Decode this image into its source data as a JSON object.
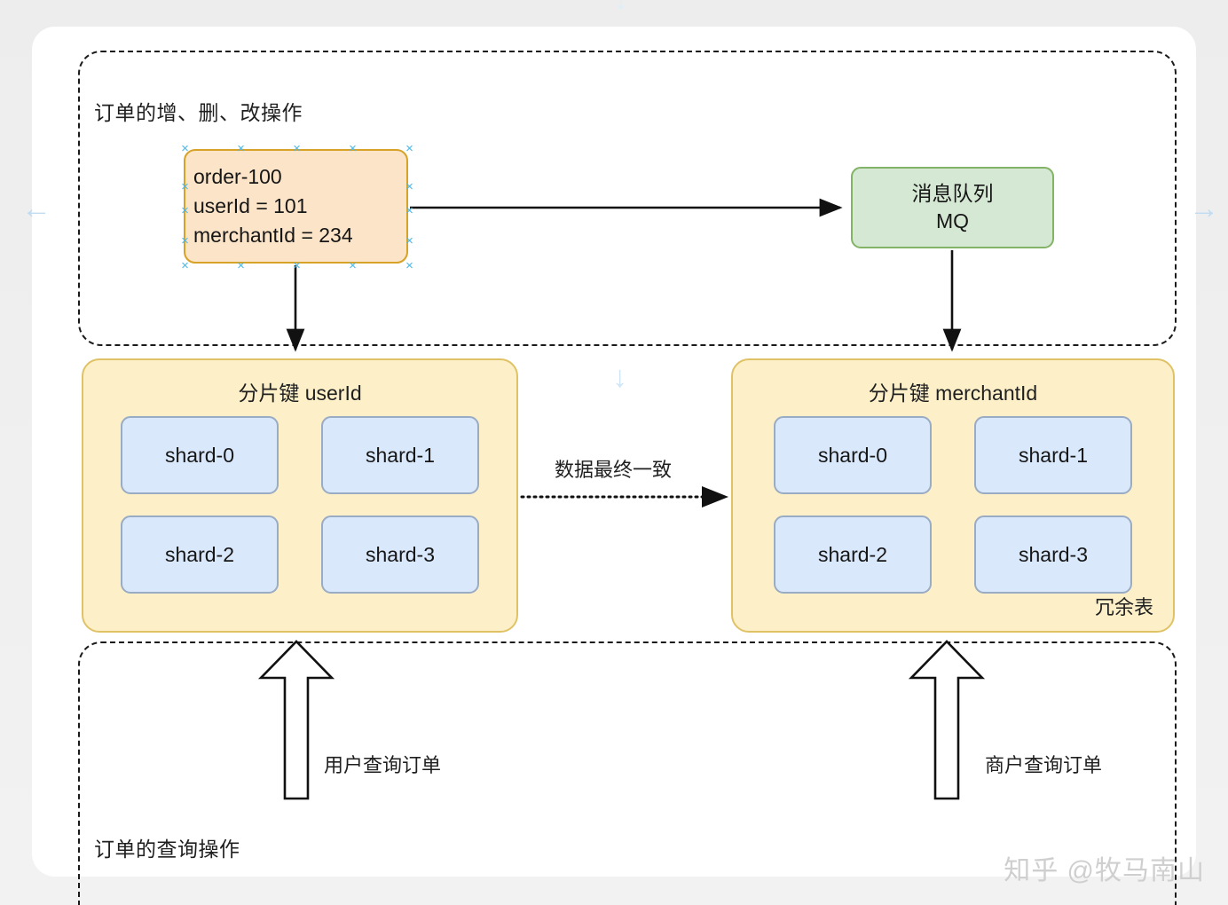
{
  "diagram": {
    "title_groups": {
      "write": "订单的增、删、改操作",
      "read": "订单的查询操作"
    },
    "order_node": {
      "line1": "order-100",
      "line2": "userId = 101",
      "line3": "merchantId = 234",
      "fill": "#fce4c8",
      "stroke": "#d6a227",
      "selected": true,
      "handle_glyph": "×",
      "handle_color": "#4cb8e8"
    },
    "mq_node": {
      "line1": "消息队列",
      "line2": "MQ",
      "fill": "#d5e8d4",
      "stroke": "#82b366"
    },
    "containers": [
      {
        "id": "user",
        "title": "分片键 userId",
        "note": "",
        "fill": "#fdf0c9",
        "stroke": "#e0c266",
        "shards": [
          "shard-0",
          "shard-1",
          "shard-2",
          "shard-3"
        ]
      },
      {
        "id": "merchant",
        "title": "分片键 merchantId",
        "note": "冗余表",
        "fill": "#fdf0c9",
        "stroke": "#e0c266",
        "shards": [
          "shard-0",
          "shard-1",
          "shard-2",
          "shard-3"
        ]
      }
    ],
    "shard_style": {
      "fill": "#dae8fc",
      "stroke": "#9aabc4"
    },
    "edges": [
      {
        "id": "order-to-mq",
        "label": "",
        "style": "solid"
      },
      {
        "id": "order-to-user-shard",
        "label": "",
        "style": "solid"
      },
      {
        "id": "mq-to-merchant-shard",
        "label": "",
        "style": "solid"
      },
      {
        "id": "user-to-merchant-sync",
        "label": "数据最终一致",
        "style": "dotted"
      },
      {
        "id": "user-query",
        "label": "用户查询订单",
        "style": "block-arrow"
      },
      {
        "id": "merchant-query",
        "label": "商户查询订单",
        "style": "block-arrow"
      }
    ],
    "watermark": "知乎 @牧马南山",
    "hint_arrows": {
      "left": "←",
      "right": "→",
      "down": "↓"
    }
  }
}
